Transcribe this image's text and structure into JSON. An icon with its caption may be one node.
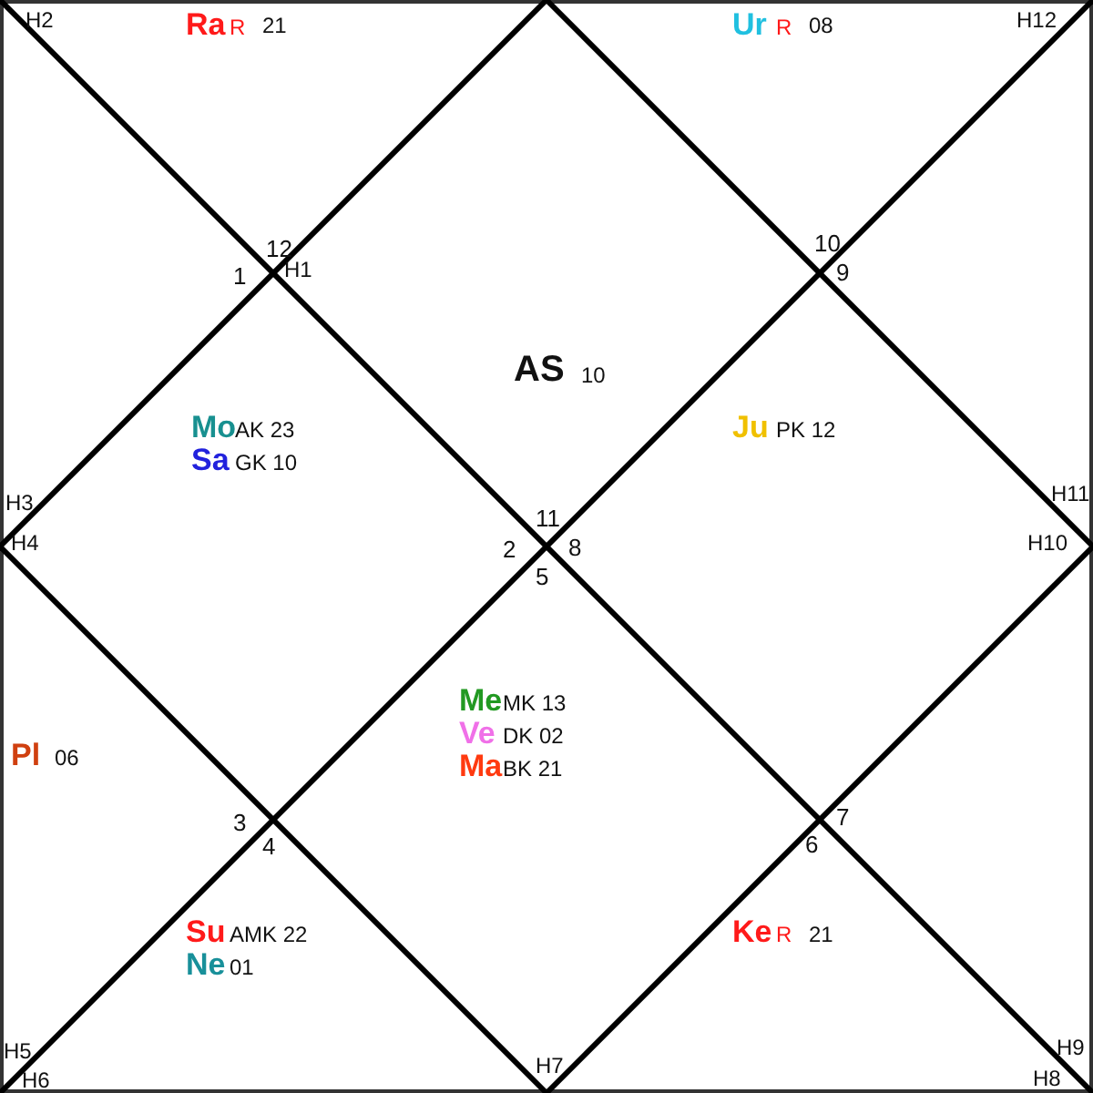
{
  "diagram": {
    "labels": [
      "H2",
      "Ra",
      "R",
      "21",
      "Ur",
      "R",
      "08",
      "H12",
      "12",
      "1",
      "H1",
      "10",
      "9",
      "AS",
      "10",
      "Mo",
      "AK 23",
      "Ju",
      "PK 12",
      "Sa",
      "GK 10",
      "H11",
      "H3",
      "11",
      "H4",
      "2",
      "8",
      "H10",
      "5",
      "Me",
      "MK 13",
      "Ve",
      "DK 02",
      "Pl",
      "06",
      "Ma",
      "BK 21",
      "3",
      "7",
      "4",
      "6",
      "Su",
      "AMK 22",
      "Ke",
      "R",
      "21",
      "Ne",
      "01",
      "H5",
      "H9",
      "H7",
      "H6",
      "H8"
    ]
  }
}
